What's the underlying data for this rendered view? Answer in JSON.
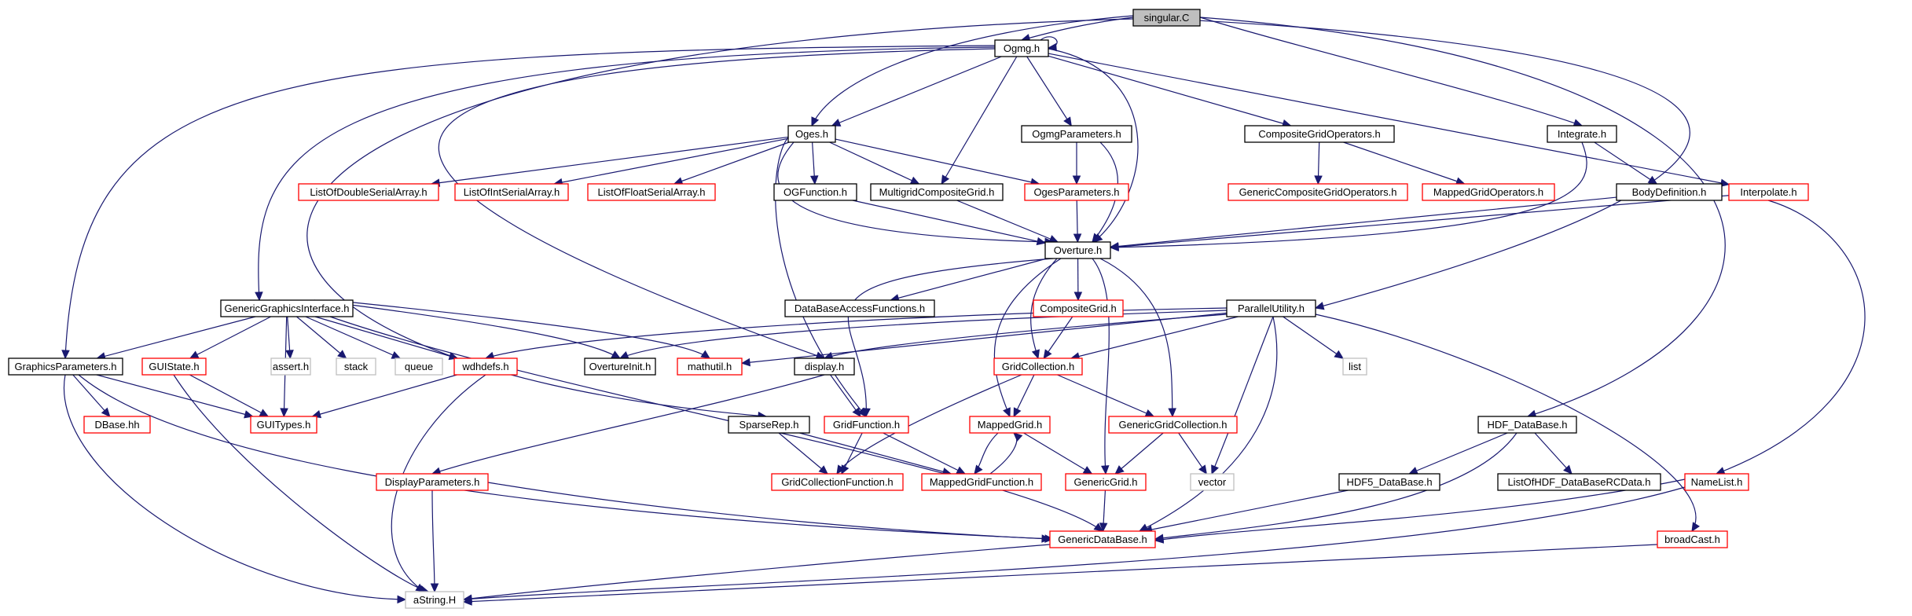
{
  "colors": {
    "edge": "#191970",
    "node_border_documented": "#000000",
    "node_border_incomplete": "#ff0000",
    "node_border_external": "#bfbfbf",
    "root_fill": "#bfbfbf"
  },
  "nodes": [
    {
      "id": "singular",
      "label": "singular.C",
      "style": "root"
    },
    {
      "id": "ogmg",
      "label": "Ogmg.h",
      "style": "black"
    },
    {
      "id": "oges",
      "label": "Oges.h",
      "style": "black"
    },
    {
      "id": "ogmgparams",
      "label": "OgmgParameters.h",
      "style": "black"
    },
    {
      "id": "cgo",
      "label": "CompositeGridOperators.h",
      "style": "black"
    },
    {
      "id": "integrate",
      "label": "Integrate.h",
      "style": "black"
    },
    {
      "id": "lodsa",
      "label": "ListOfDoubleSerialArray.h",
      "style": "red"
    },
    {
      "id": "lofisa",
      "label": "ListOfIntSerialArray.h",
      "style": "red"
    },
    {
      "id": "loflsa",
      "label": "ListOfFloatSerialArray.h",
      "style": "red"
    },
    {
      "id": "ogfunction",
      "label": "OGFunction.h",
      "style": "black"
    },
    {
      "id": "mgcg",
      "label": "MultigridCompositeGrid.h",
      "style": "black"
    },
    {
      "id": "ogesparams",
      "label": "OgesParameters.h",
      "style": "red"
    },
    {
      "id": "gcgo",
      "label": "GenericCompositeGridOperators.h",
      "style": "red"
    },
    {
      "id": "mgo",
      "label": "MappedGridOperators.h",
      "style": "red"
    },
    {
      "id": "bodydef",
      "label": "BodyDefinition.h",
      "style": "black"
    },
    {
      "id": "interpolate",
      "label": "Interpolate.h",
      "style": "red"
    },
    {
      "id": "overture",
      "label": "Overture.h",
      "style": "black"
    },
    {
      "id": "dbaf",
      "label": "DataBaseAccessFunctions.h",
      "style": "black"
    },
    {
      "id": "compgrid",
      "label": "CompositeGrid.h",
      "style": "red"
    },
    {
      "id": "ggi",
      "label": "GenericGraphicsInterface.h",
      "style": "black"
    },
    {
      "id": "parutil",
      "label": "ParallelUtility.h",
      "style": "black"
    },
    {
      "id": "gparams",
      "label": "GraphicsParameters.h",
      "style": "black"
    },
    {
      "id": "guistate",
      "label": "GUIState.h",
      "style": "red"
    },
    {
      "id": "assert",
      "label": "assert.h",
      "style": "gray"
    },
    {
      "id": "stack",
      "label": "stack",
      "style": "gray"
    },
    {
      "id": "queue",
      "label": "queue",
      "style": "gray"
    },
    {
      "id": "wdhdefs",
      "label": "wdhdefs.h",
      "style": "red"
    },
    {
      "id": "ovinit",
      "label": "OvertureInit.h",
      "style": "black"
    },
    {
      "id": "mathutil",
      "label": "mathutil.h",
      "style": "red"
    },
    {
      "id": "display",
      "label": "display.h",
      "style": "black"
    },
    {
      "id": "gridcoll",
      "label": "GridCollection.h",
      "style": "red"
    },
    {
      "id": "list",
      "label": "list",
      "style": "gray"
    },
    {
      "id": "dbase",
      "label": "DBase.hh",
      "style": "red"
    },
    {
      "id": "guitypes",
      "label": "GUITypes.h",
      "style": "red"
    },
    {
      "id": "sparserep",
      "label": "SparseRep.h",
      "style": "black"
    },
    {
      "id": "gridfunc",
      "label": "GridFunction.h",
      "style": "red"
    },
    {
      "id": "mappedgrid",
      "label": "MappedGrid.h",
      "style": "red"
    },
    {
      "id": "ggc",
      "label": "GenericGridCollection.h",
      "style": "red"
    },
    {
      "id": "hdfdb",
      "label": "HDF_DataBase.h",
      "style": "black"
    },
    {
      "id": "dispparams",
      "label": "DisplayParameters.h",
      "style": "red"
    },
    {
      "id": "gcf",
      "label": "GridCollectionFunction.h",
      "style": "red"
    },
    {
      "id": "mgf",
      "label": "MappedGridFunction.h",
      "style": "red"
    },
    {
      "id": "genericgrid",
      "label": "GenericGrid.h",
      "style": "red"
    },
    {
      "id": "vector",
      "label": "vector",
      "style": "gray"
    },
    {
      "id": "hdf5db",
      "label": "HDF5_DataBase.h",
      "style": "black"
    },
    {
      "id": "lohdf",
      "label": "ListOfHDF_DataBaseRCData.h",
      "style": "black"
    },
    {
      "id": "namelist",
      "label": "NameList.h",
      "style": "red"
    },
    {
      "id": "gdb",
      "label": "GenericDataBase.h",
      "style": "red"
    },
    {
      "id": "broadcast",
      "label": "broadCast.h",
      "style": "red"
    },
    {
      "id": "astring",
      "label": "aString.H",
      "style": "gray"
    }
  ],
  "edges": [
    [
      "singular",
      "ogmg"
    ],
    [
      "singular",
      "oges"
    ],
    [
      "singular",
      "integrate"
    ],
    [
      "singular",
      "hdfdb"
    ],
    [
      "singular",
      "parutil"
    ],
    [
      "singular",
      "sparserep"
    ],
    [
      "ogmg",
      "ogmg"
    ],
    [
      "ogmg",
      "oges"
    ],
    [
      "ogmg",
      "ogmgparams"
    ],
    [
      "ogmg",
      "cgo"
    ],
    [
      "ogmg",
      "interpolate"
    ],
    [
      "ogmg",
      "mgcg"
    ],
    [
      "ogmg",
      "overture"
    ],
    [
      "ogmg",
      "ggi"
    ],
    [
      "ogmg",
      "gparams"
    ],
    [
      "ogmg",
      "display"
    ],
    [
      "oges",
      "lodsa"
    ],
    [
      "oges",
      "lofisa"
    ],
    [
      "oges",
      "loflsa"
    ],
    [
      "oges",
      "ogfunction"
    ],
    [
      "oges",
      "mgcg"
    ],
    [
      "oges",
      "ogesparams"
    ],
    [
      "oges",
      "overture"
    ],
    [
      "oges",
      "gridfunc"
    ],
    [
      "ogmgparams",
      "ogesparams"
    ],
    [
      "ogmgparams",
      "overture"
    ],
    [
      "cgo",
      "gcgo"
    ],
    [
      "cgo",
      "mgo"
    ],
    [
      "integrate",
      "bodydef"
    ],
    [
      "integrate",
      "overture"
    ],
    [
      "ogfunction",
      "overture"
    ],
    [
      "mgcg",
      "overture"
    ],
    [
      "ogesparams",
      "overture"
    ],
    [
      "bodydef",
      "overture"
    ],
    [
      "interpolate",
      "overture"
    ],
    [
      "interpolate",
      "namelist"
    ],
    [
      "overture",
      "dbaf"
    ],
    [
      "overture",
      "compgrid"
    ],
    [
      "overture",
      "gridcoll"
    ],
    [
      "overture",
      "mappedgrid"
    ],
    [
      "overture",
      "ggc"
    ],
    [
      "overture",
      "genericgrid"
    ],
    [
      "overture",
      "gridfunc"
    ],
    [
      "compgrid",
      "gridcoll"
    ],
    [
      "ggi",
      "gparams"
    ],
    [
      "ggi",
      "guistate"
    ],
    [
      "ggi",
      "assert"
    ],
    [
      "ggi",
      "stack"
    ],
    [
      "ggi",
      "queue"
    ],
    [
      "ggi",
      "wdhdefs"
    ],
    [
      "ggi",
      "ovinit"
    ],
    [
      "ggi",
      "mathutil"
    ],
    [
      "ggi",
      "guitypes"
    ],
    [
      "ggi",
      "gdb"
    ],
    [
      "parutil",
      "wdhdefs"
    ],
    [
      "parutil",
      "ovinit"
    ],
    [
      "parutil",
      "mathutil"
    ],
    [
      "parutil",
      "display"
    ],
    [
      "parutil",
      "gridcoll"
    ],
    [
      "parutil",
      "list"
    ],
    [
      "parutil",
      "vector"
    ],
    [
      "parutil",
      "gdb"
    ],
    [
      "parutil",
      "broadcast"
    ],
    [
      "gparams",
      "dbase"
    ],
    [
      "gparams",
      "guitypes"
    ],
    [
      "gparams",
      "gdb"
    ],
    [
      "gparams",
      "astring"
    ],
    [
      "guistate",
      "guitypes"
    ],
    [
      "guistate",
      "astring"
    ],
    [
      "wdhdefs",
      "guitypes"
    ],
    [
      "wdhdefs",
      "astring"
    ],
    [
      "display",
      "gridfunc"
    ],
    [
      "display",
      "dispparams"
    ],
    [
      "gridcoll",
      "mappedgrid"
    ],
    [
      "gridcoll",
      "ggc"
    ],
    [
      "gridcoll",
      "gcf"
    ],
    [
      "sparserep",
      "gcf"
    ],
    [
      "sparserep",
      "mgf"
    ],
    [
      "gridfunc",
      "gcf"
    ],
    [
      "gridfunc",
      "mgf"
    ],
    [
      "mappedgrid",
      "mgf"
    ],
    [
      "mappedgrid",
      "genericgrid"
    ],
    [
      "mgf",
      "mappedgrid"
    ],
    [
      "ggc",
      "genericgrid"
    ],
    [
      "ggc",
      "vector"
    ],
    [
      "hdfdb",
      "hdf5db"
    ],
    [
      "hdfdb",
      "lohdf"
    ],
    [
      "hdfdb",
      "gdb"
    ],
    [
      "dispparams",
      "gdb"
    ],
    [
      "dispparams",
      "astring"
    ],
    [
      "genericgrid",
      "gdb"
    ],
    [
      "hdf5db",
      "gdb"
    ],
    [
      "namelist",
      "gdb"
    ],
    [
      "namelist",
      "astring"
    ],
    [
      "gdb",
      "astring"
    ],
    [
      "broadcast",
      "astring"
    ]
  ]
}
